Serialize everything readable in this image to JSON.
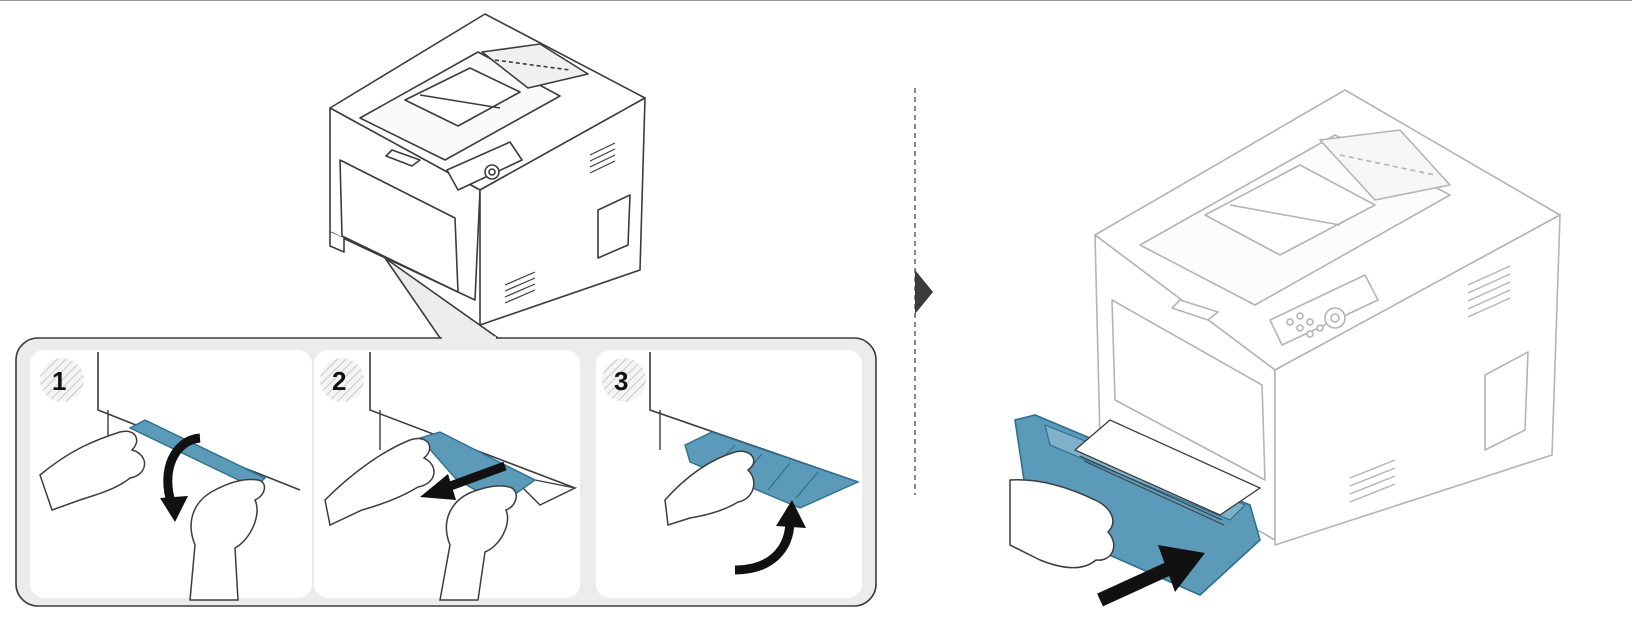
{
  "colors": {
    "line": "#3c3c3c",
    "light_line": "#b4b4b4",
    "accent": "#5b9ab8",
    "accent_dark": "#2f6f8f",
    "panel_bg": "#ececec",
    "arrow": "#111111"
  },
  "icons": {
    "printer_small": "printer-icon",
    "printer_large": "printer-icon",
    "next_step": "triangle-right-icon",
    "rotate_arrow": "curved-arrow-icon",
    "pull_arrow": "straight-arrow-icon",
    "push_arrow": "straight-arrow-icon",
    "hand": "hand-icon"
  },
  "steps": [
    {
      "number": "1"
    },
    {
      "number": "2"
    },
    {
      "number": "3"
    }
  ]
}
